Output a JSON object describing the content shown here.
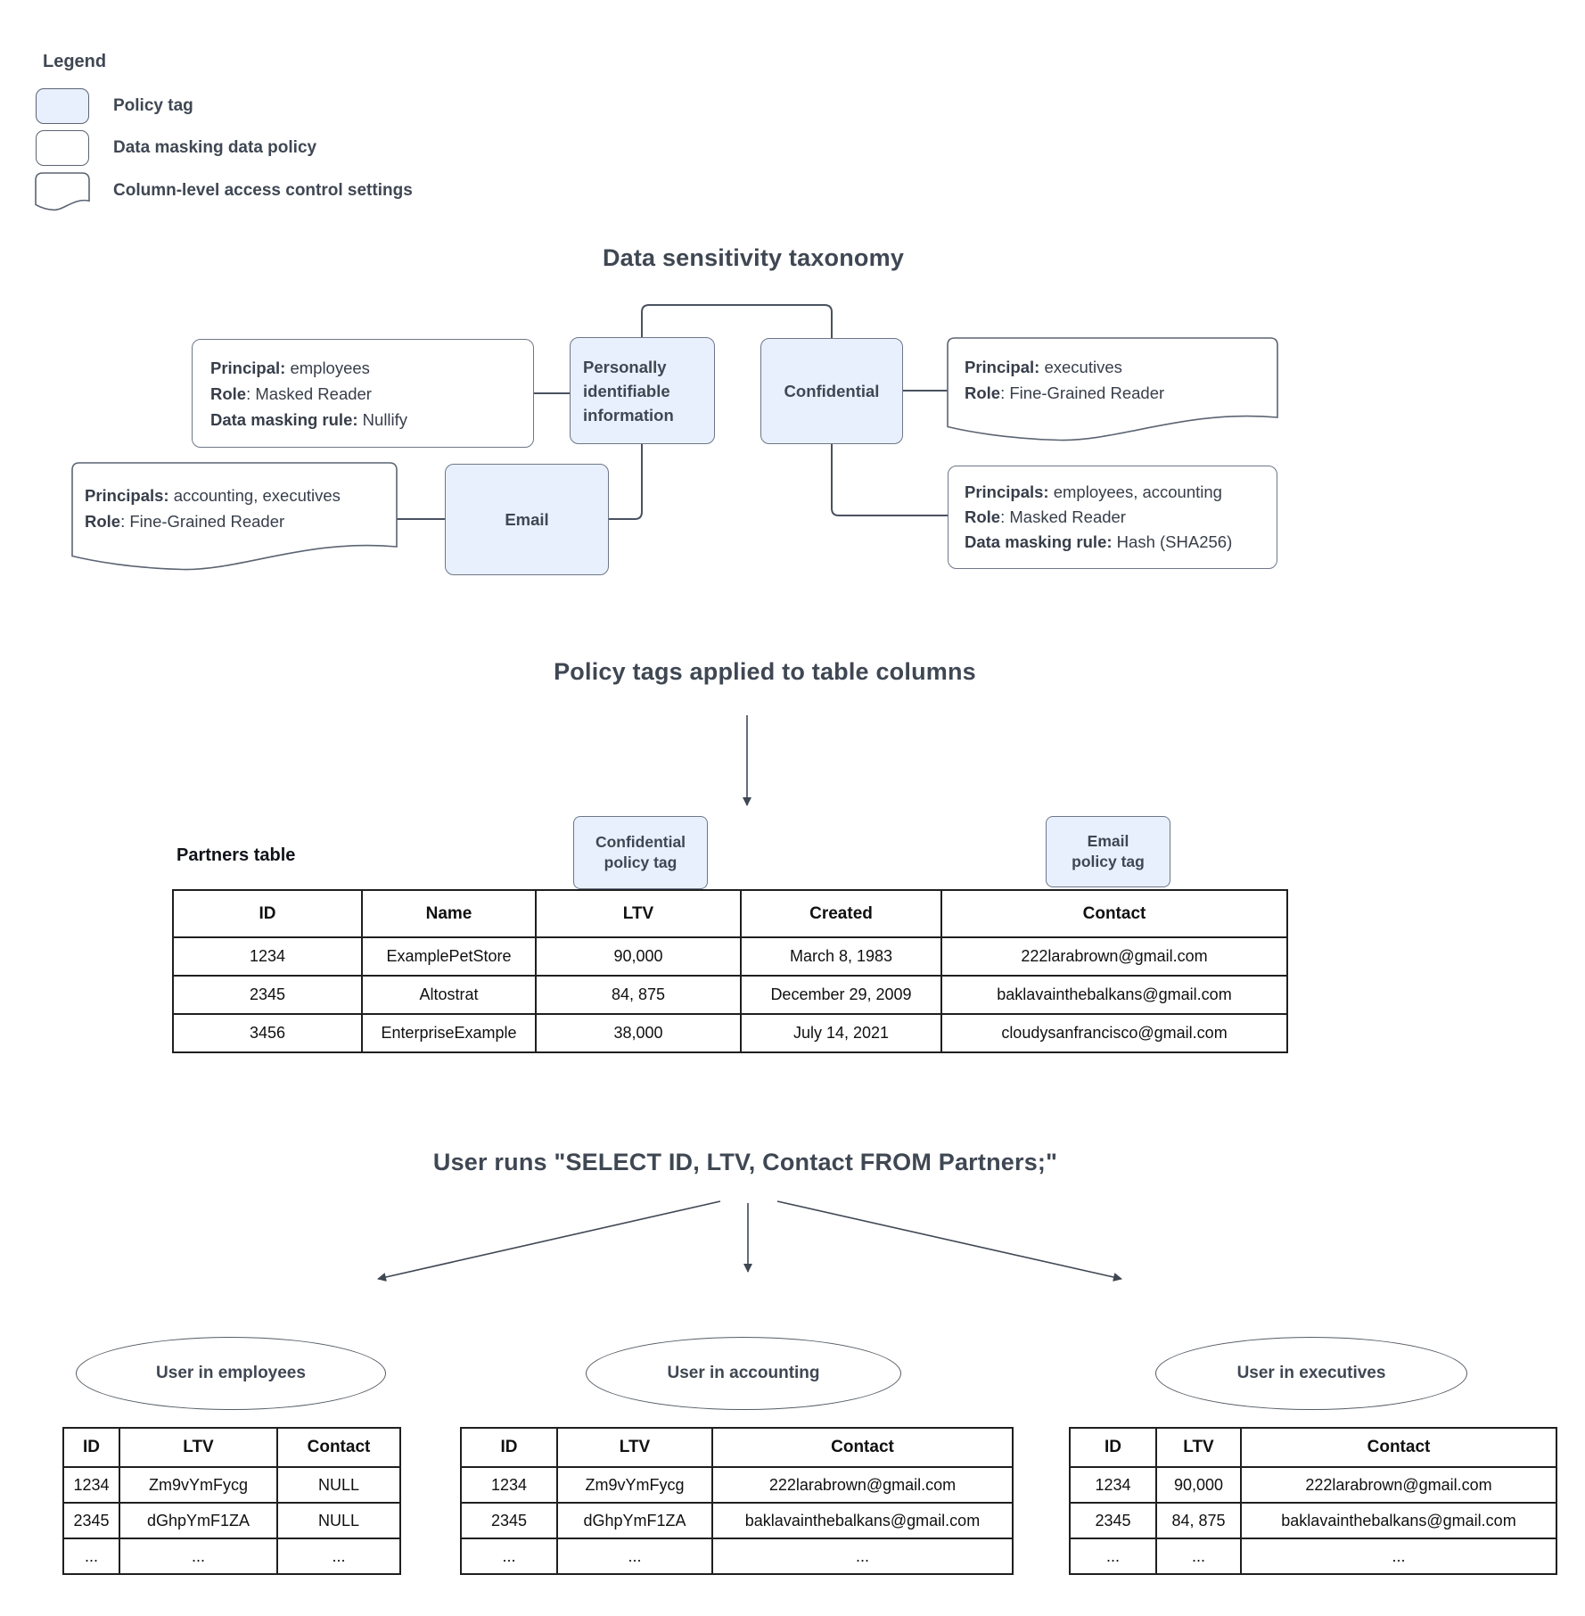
{
  "legend": {
    "title": "Legend",
    "items": [
      {
        "swatch": "policy-tag-swatch",
        "label": "Policy tag"
      },
      {
        "swatch": "data-masking-policy-swatch",
        "label": "Data masking data policy"
      },
      {
        "swatch": "column-access-control-swatch",
        "label": "Column-level access control settings"
      }
    ]
  },
  "taxonomy": {
    "title": "Data sensitivity taxonomy",
    "pii_label": "Personally identifiable information",
    "confidential_label": "Confidential",
    "email_label": "Email",
    "dp_nullify": {
      "l1b": "Principal:",
      "l1r": " employees",
      "l2b": "Role",
      "l2r": ": Masked Reader",
      "l3b": "Data masking rule:",
      "l3r": " Nullify"
    },
    "cl_executives": {
      "l1b": "Principal:",
      "l1r": " executives",
      "l2b": "Role",
      "l2r": ": Fine-Grained Reader"
    },
    "cl_accounting": {
      "l1b": "Principals:",
      "l1r": " accounting, executives",
      "l2b": "Role",
      "l2r": ": Fine-Grained Reader"
    },
    "dp_hash": {
      "l1b": "Principals:",
      "l1r": " employees, accounting",
      "l2b": "Role",
      "l2r": ": Masked Reader",
      "l3b": "Data masking rule:",
      "l3r": " Hash (SHA256)"
    }
  },
  "applied": {
    "title": "Policy tags applied to table columns",
    "table_label": "Partners table",
    "confidential_tag": {
      "line1": "Confidential",
      "line2": "policy tag"
    },
    "email_tag": {
      "line1": "Email",
      "line2": "policy tag"
    },
    "partners_table": {
      "headers": [
        "ID",
        "Name",
        "LTV",
        "Created",
        "Contact"
      ],
      "rows": [
        [
          "1234",
          "ExamplePetStore",
          "90,000",
          "March 8, 1983",
          "222larabrown@gmail.com"
        ],
        [
          "2345",
          "Altostrat",
          "84, 875",
          "December 29, 2009",
          "baklavainthebalkans@gmail.com"
        ],
        [
          "3456",
          "EnterpriseExample",
          "38,000",
          "July 14, 2021",
          "cloudysanfrancisco@gmail.com"
        ]
      ]
    }
  },
  "query": {
    "title": "User runs \"SELECT ID, LTV, Contact FROM Partners;\""
  },
  "results": [
    {
      "oval": "User in employees",
      "table": {
        "headers": [
          "ID",
          "LTV",
          "Contact"
        ],
        "rows": [
          [
            "1234",
            "Zm9vYmFycg",
            "NULL"
          ],
          [
            "2345",
            "dGhpYmF1ZA",
            "NULL"
          ],
          [
            "...",
            "...",
            "..."
          ]
        ]
      }
    },
    {
      "oval": "User in accounting",
      "table": {
        "headers": [
          "ID",
          "LTV",
          "Contact"
        ],
        "rows": [
          [
            "1234",
            "Zm9vYmFycg",
            "222larabrown@gmail.com"
          ],
          [
            "2345",
            "dGhpYmF1ZA",
            "baklavainthebalkans@gmail.com"
          ],
          [
            "...",
            "...",
            "..."
          ]
        ]
      }
    },
    {
      "oval": "User in executives",
      "table": {
        "headers": [
          "ID",
          "LTV",
          "Contact"
        ],
        "rows": [
          [
            "1234",
            "90,000",
            "222larabrown@gmail.com"
          ],
          [
            "2345",
            "84, 875",
            "baklavainthebalkans@gmail.com"
          ],
          [
            "...",
            "...",
            "..."
          ]
        ]
      }
    }
  ],
  "colors": {
    "policy_tag_fill": "#e8f0fe",
    "shape_stroke": "#6e7787",
    "connector_stroke": "#4a5160",
    "text_dark": "#3f4753",
    "table_border": "#1f1f1f"
  }
}
